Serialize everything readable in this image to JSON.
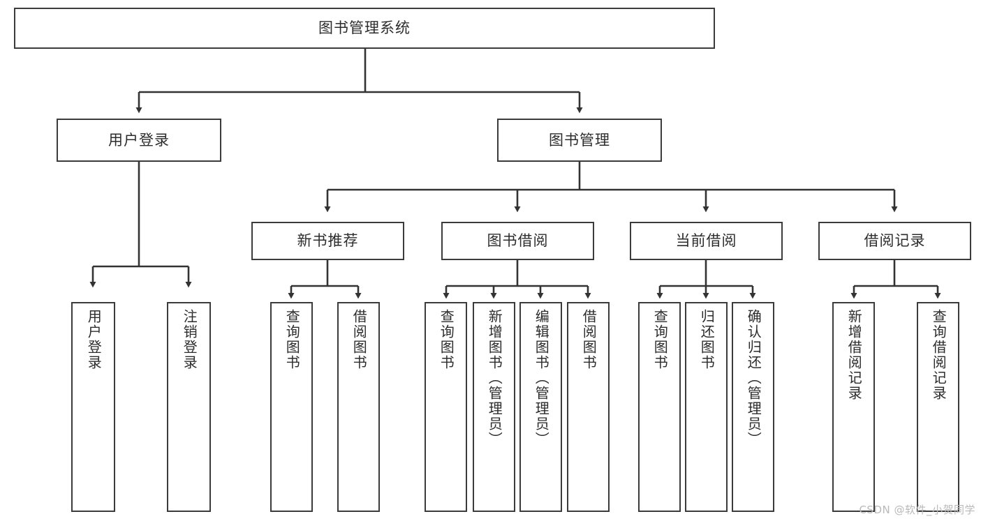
{
  "diagram": {
    "title": "图书管理系统",
    "type": "hierarchy-tree",
    "root": {
      "label": "图书管理系统"
    },
    "level2": [
      {
        "label": "用户登录"
      },
      {
        "label": "图书管理"
      }
    ],
    "level3": [
      {
        "label": "新书推荐"
      },
      {
        "label": "图书借阅"
      },
      {
        "label": "当前借阅"
      },
      {
        "label": "借阅记录"
      }
    ],
    "leaves": {
      "user_login": [
        {
          "label": "用户登录"
        },
        {
          "label": "注销登录"
        }
      ],
      "new_book_recommend": [
        {
          "label": "查询图书"
        },
        {
          "label": "借阅图书"
        }
      ],
      "book_borrow": [
        {
          "label": "查询图书"
        },
        {
          "label": "新增图书（管理员）"
        },
        {
          "label": "编辑图书（管理员）"
        },
        {
          "label": "借阅图书"
        }
      ],
      "current_borrow": [
        {
          "label": "查询图书"
        },
        {
          "label": "归还图书"
        },
        {
          "label": "确认归还（管理员）"
        }
      ],
      "borrow_record": [
        {
          "label": "新增借阅记录"
        },
        {
          "label": "查询借阅记录"
        }
      ]
    }
  },
  "watermark": {
    "text": "CSDN @软件_小贺同学"
  },
  "colors": {
    "box_border": "#3b3b3b",
    "text": "#2c2c2c",
    "connector": "#333333",
    "background": "#ffffff",
    "watermark": "#b9b9b9"
  }
}
